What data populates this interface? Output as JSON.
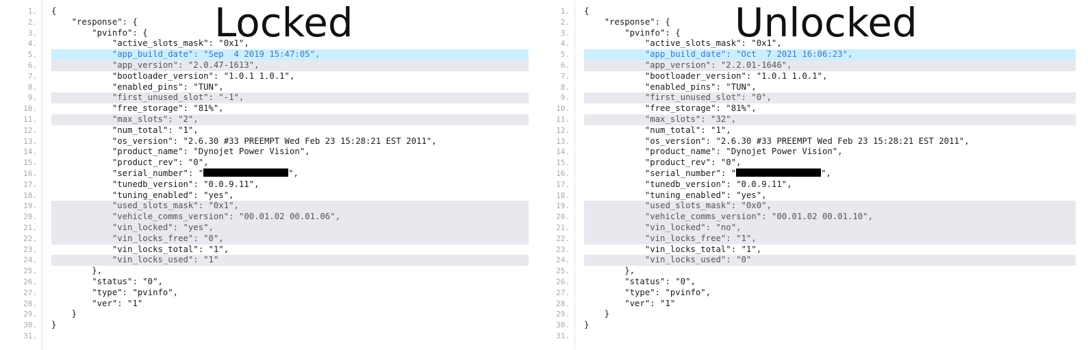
{
  "panes": [
    {
      "title": "Locked",
      "highlight": {
        "5": "selected",
        "6": "changed",
        "9": "changed",
        "11": "changed",
        "19": "changed",
        "20": "changed",
        "21": "changed",
        "22": "changed",
        "24": "changed"
      },
      "lines": [
        "{",
        "    \"response\": {",
        "        \"pvinfo\": {",
        "            \"active_slots_mask\": \"0x1\",",
        "            \"app_build_date\": \"Sep  4 2019 15:47:05\",",
        "            \"app_version\": \"2.0.47-1613\",",
        "            \"bootloader_version\": \"1.0.1 1.0.1\",",
        "            \"enabled_pins\": \"TUN\",",
        "            \"first_unused_slot\": \"-1\",",
        "            \"free_storage\": \"81%\",",
        "            \"max_slots\": \"2\",",
        "            \"num_total\": \"1\",",
        "            \"os_version\": \"2.6.30 #33 PREEMPT Wed Feb 23 15:28:21 EST 2011\",",
        "            \"product_name\": \"Dynojet Power Vision\",",
        "            \"product_rev\": \"0\",",
        "            \"serial_number\": \"[REDACTED]\",",
        "            \"tunedb_version\": \"0.0.9.11\",",
        "            \"tuning_enabled\": \"yes\",",
        "            \"used_slots_mask\": \"0x1\",",
        "            \"vehicle_comms_version\": \"00.01.02 00.01.06\",",
        "            \"vin_locked\": \"yes\",",
        "            \"vin_locks_free\": \"0\",",
        "            \"vin_locks_total\": \"1\",",
        "            \"vin_locks_used\": \"1\"",
        "        },",
        "        \"status\": \"0\",",
        "        \"type\": \"pvinfo\",",
        "        \"ver\": \"1\"",
        "    }",
        "}",
        ""
      ]
    },
    {
      "title": "Unlocked",
      "highlight": {
        "5": "selected",
        "6": "changed",
        "9": "changed",
        "11": "changed",
        "19": "changed",
        "20": "changed",
        "21": "changed",
        "22": "changed",
        "24": "changed"
      },
      "lines": [
        "{",
        "    \"response\": {",
        "        \"pvinfo\": {",
        "            \"active_slots_mask\": \"0x1\",",
        "            \"app_build_date\": \"Oct  7 2021 16:06:23\",",
        "            \"app_version\": \"2.2.01-1646\",",
        "            \"bootloader_version\": \"1.0.1 1.0.1\",",
        "            \"enabled_pins\": \"TUN\",",
        "            \"first_unused_slot\": \"0\",",
        "            \"free_storage\": \"81%\",",
        "            \"max_slots\": \"32\",",
        "            \"num_total\": \"1\",",
        "            \"os_version\": \"2.6.30 #33 PREEMPT Wed Feb 23 15:28:21 EST 2011\",",
        "            \"product_name\": \"Dynojet Power Vision\",",
        "            \"product_rev\": \"0\",",
        "            \"serial_number\": \"[REDACTED]\",",
        "            \"tunedb_version\": \"0.0.9.11\",",
        "            \"tuning_enabled\": \"yes\",",
        "            \"used_slots_mask\": \"0x0\",",
        "            \"vehicle_comms_version\": \"00.01.02 00.01.10\",",
        "            \"vin_locked\": \"no\",",
        "            \"vin_locks_free\": \"1\",",
        "            \"vin_locks_total\": \"1\",",
        "            \"vin_locks_used\": \"0\"",
        "        },",
        "        \"status\": \"0\",",
        "        \"type\": \"pvinfo\",",
        "        \"ver\": \"1\"",
        "    }",
        "}",
        ""
      ]
    }
  ]
}
